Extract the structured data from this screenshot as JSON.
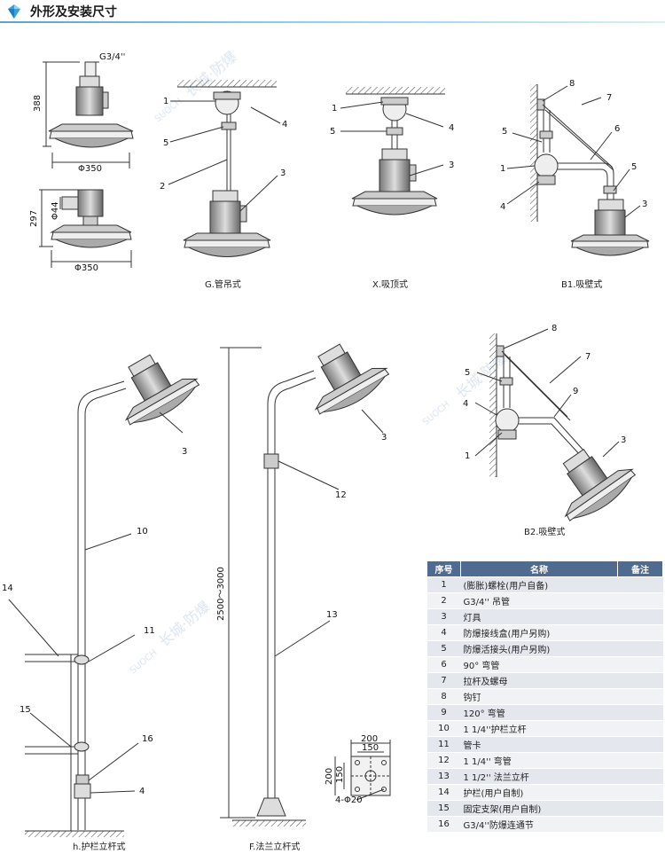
{
  "header": {
    "title": "外形及安装尺寸"
  },
  "dims": {
    "g34": "G3/4''",
    "h388": "388",
    "d350a": "Φ350",
    "h297": "297",
    "d44": "Φ44",
    "d350b": "Φ350",
    "h2500": "2500～3000",
    "w200": "200",
    "w150": "150",
    "v200": "200",
    "v150": "150",
    "holes": "4-Φ20"
  },
  "captions": {
    "g": "G.管吊式",
    "x": "X.吸顶式",
    "b1": "B1.吸壁式",
    "b2": "B2.吸壁式",
    "h": "h.护栏立杆式",
    "f": "F.法兰立杆式"
  },
  "watermark": {
    "brand": "长城·防爆",
    "latin": "SUOCH"
  },
  "colors": {
    "table_header": "#4f6b8f",
    "row_odd": "#e5e7ef",
    "row_even": "#f1f2f6",
    "line": "#333333"
  },
  "table": {
    "headers": [
      "序号",
      "名称",
      "备注"
    ],
    "rows": [
      {
        "no": "1",
        "name": "(膨胀)螺栓(用户自备)",
        "note": ""
      },
      {
        "no": "2",
        "name": "G3/4'' 吊管",
        "note": ""
      },
      {
        "no": "3",
        "name": "灯具",
        "note": ""
      },
      {
        "no": "4",
        "name": "防爆接线盒(用户另购)",
        "note": ""
      },
      {
        "no": "5",
        "name": "防爆活接头(用户另购)",
        "note": ""
      },
      {
        "no": "6",
        "name": "90° 弯管",
        "note": ""
      },
      {
        "no": "7",
        "name": "拉杆及螺母",
        "note": ""
      },
      {
        "no": "8",
        "name": "钩钉",
        "note": ""
      },
      {
        "no": "9",
        "name": "120° 弯管",
        "note": ""
      },
      {
        "no": "10",
        "name": "1 1/4''护栏立杆",
        "note": ""
      },
      {
        "no": "11",
        "name": "管卡",
        "note": ""
      },
      {
        "no": "12",
        "name": "1 1/4'' 弯管",
        "note": ""
      },
      {
        "no": "13",
        "name": "1 1/2'' 法兰立杆",
        "note": ""
      },
      {
        "no": "14",
        "name": "护栏(用户自制)",
        "note": ""
      },
      {
        "no": "15",
        "name": "固定支架(用户自制)",
        "note": ""
      },
      {
        "no": "16",
        "name": "G3/4''防爆连通节",
        "note": ""
      }
    ]
  },
  "labels": {
    "g": [
      "1",
      "5",
      "2",
      "4",
      "3"
    ],
    "x": [
      "1",
      "5",
      "4",
      "3"
    ],
    "b1": [
      "8",
      "7",
      "5",
      "6",
      "1",
      "4",
      "5",
      "3"
    ],
    "b2": [
      "8",
      "7",
      "5",
      "9",
      "4",
      "1",
      "3"
    ],
    "h": [
      "3",
      "10",
      "14",
      "11",
      "15",
      "16",
      "4"
    ],
    "f": [
      "3",
      "12",
      "13"
    ]
  }
}
